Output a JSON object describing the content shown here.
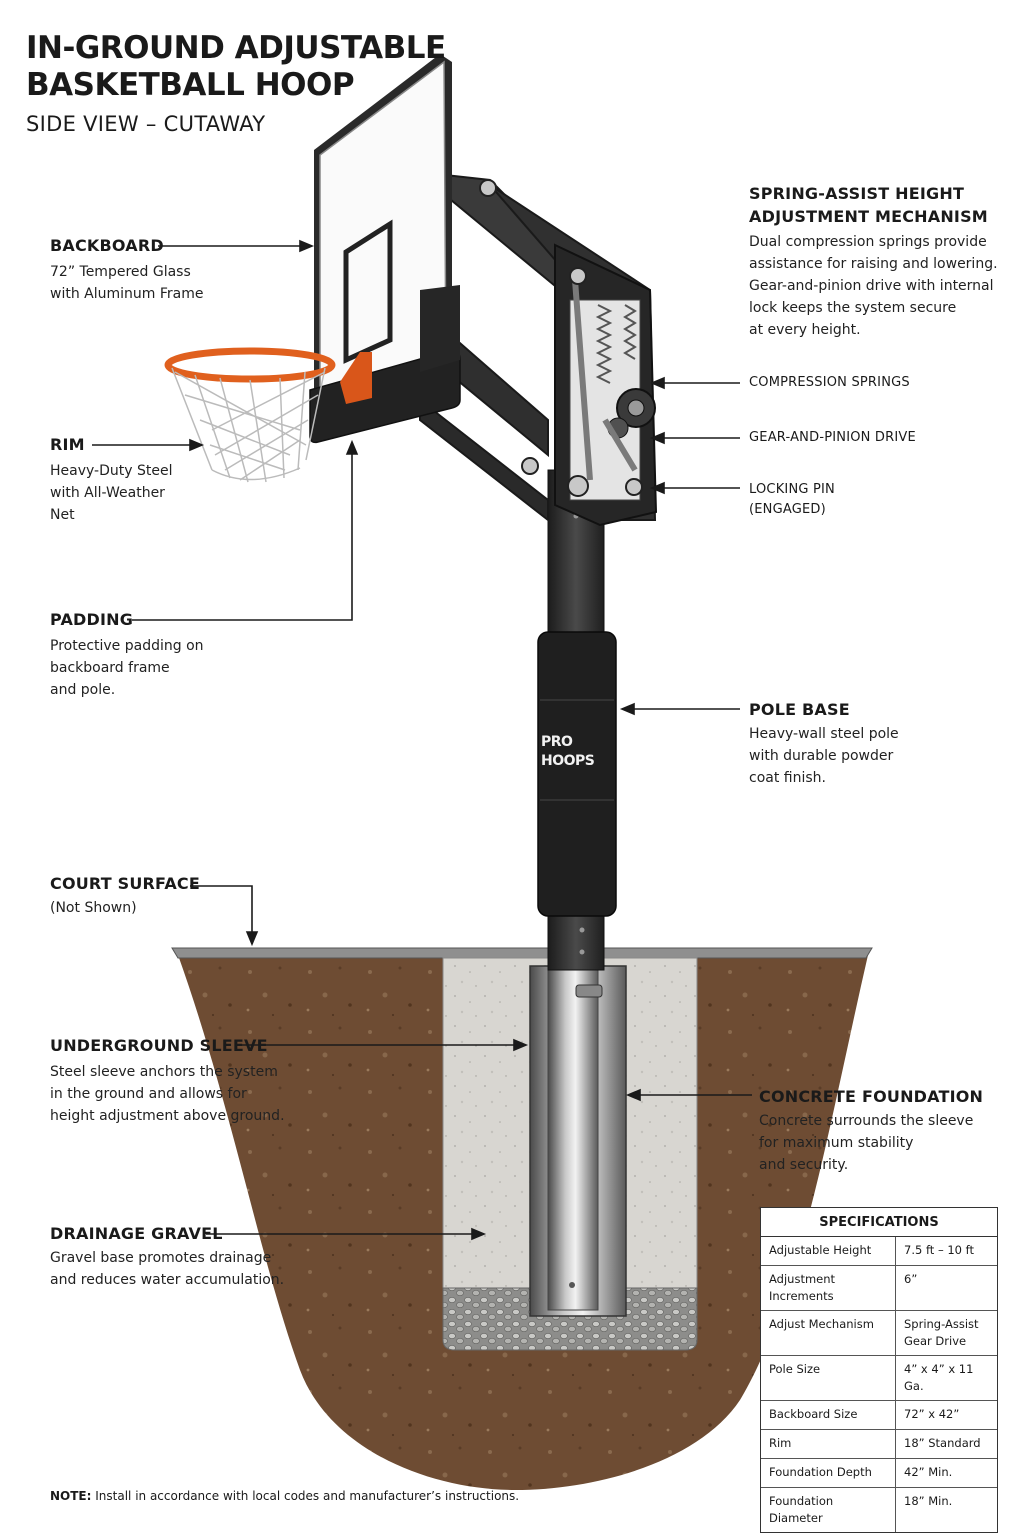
{
  "title": {
    "line1": "IN-GROUND ADJUSTABLE",
    "line2": "BASKETBALL HOOP",
    "subtitle": "SIDE VIEW – CUTAWAY"
  },
  "callouts": {
    "backboard": {
      "heading": "BACKBOARD",
      "text": "72” Tempered Glass\nwith Aluminum Frame"
    },
    "rim": {
      "heading": "RIM",
      "text": "Heavy-Duty Steel\nwith All-Weather\nNet"
    },
    "padding": {
      "heading": "PADDING",
      "text": "Protective padding on\nbackboard frame\nand pole."
    },
    "mechanism": {
      "heading": "SPRING-ASSIST HEIGHT\nADJUSTMENT MECHANISM",
      "text": "Dual compression springs provide\nassistance for raising and lowering.\nGear-and-pinion drive with internal\nlock keeps the system secure\nat every height."
    },
    "springs": {
      "label": "COMPRESSION SPRINGS"
    },
    "gear": {
      "label": "GEAR-AND-PINION DRIVE"
    },
    "pin": {
      "label": "LOCKING PIN\n(ENGAGED)"
    },
    "pole_base": {
      "heading": "POLE BASE",
      "text": "Heavy-wall steel pole\nwith durable powder\ncoat finish."
    },
    "court": {
      "heading": "COURT SURFACE",
      "text": "(Not Shown)"
    },
    "sleeve": {
      "heading": "UNDERGROUND SLEEVE",
      "text": "Steel sleeve anchors the system\nin the ground and allows for\nheight adjustment above ground."
    },
    "foundation": {
      "heading": "CONCRETE FOUNDATION",
      "text": "Concrete surrounds the sleeve\nfor maximum stability\nand security."
    },
    "gravel": {
      "heading": "DRAINAGE GRAVEL",
      "text": "Gravel base promotes drainage\nand reduces water accumulation."
    }
  },
  "logo_text": "PRO\nHOOPS",
  "specs": {
    "heading": "SPECIFICATIONS",
    "rows": [
      {
        "key": "Adjustable Height",
        "value": "7.5 ft – 10 ft"
      },
      {
        "key": "Adjustment Increments",
        "value": "6”"
      },
      {
        "key": "Adjust Mechanism",
        "value": "Spring-Assist\nGear Drive"
      },
      {
        "key": "Pole Size",
        "value": "4” x 4” x 11 Ga."
      },
      {
        "key": "Backboard Size",
        "value": "72” x 42”"
      },
      {
        "key": "Rim",
        "value": "18” Standard"
      },
      {
        "key": "Foundation Depth",
        "value": "42” Min."
      },
      {
        "key": "Foundation Diameter",
        "value": "18” Min."
      }
    ]
  },
  "note": {
    "label": "NOTE:",
    "text": "Install in accordance with local codes and manufacturer’s instructions."
  },
  "colors": {
    "rim": "#e0601e",
    "pole": "#2b2b2b",
    "soil": "#6b4a32",
    "concrete": "#d9d7d2",
    "gravel": "#9a9a98"
  }
}
